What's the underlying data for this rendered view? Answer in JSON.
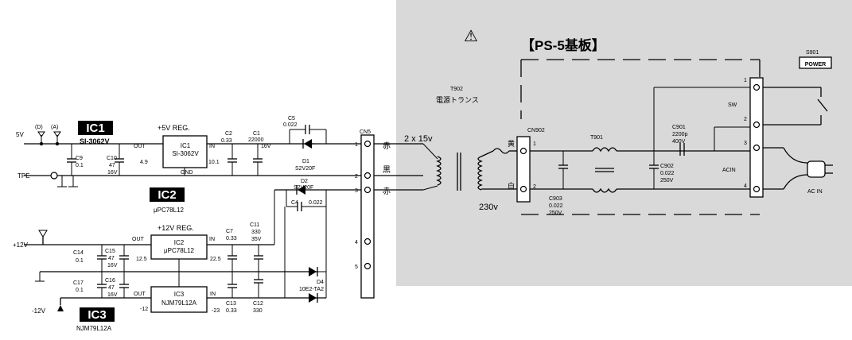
{
  "left": {
    "pwr_5v": "5V",
    "pin_d": "(D)",
    "pin_a": "(A)",
    "tpe": "TPE",
    "pwr_p12": "+12V",
    "pwr_m12": "-12V"
  },
  "ic1": {
    "badge": "IC1",
    "part": "SI-3062V",
    "reg": "+5V REG.",
    "box1": "IC1",
    "box2": "SI-3062V",
    "out": "OUT",
    "in": "IN",
    "gnd": "GND",
    "v_out": "4.9",
    "v_in": "10.1"
  },
  "ic2": {
    "badge": "IC2",
    "part": "μPC78L12",
    "reg": "+12V REG.",
    "box1": "IC2",
    "box2": "μPC78L12",
    "out": "OUT",
    "in": "IN",
    "v_out": "12.5",
    "v_in": "22.5"
  },
  "ic3": {
    "badge": "IC3",
    "part": "NJM79L12A",
    "box1": "IC3",
    "box2": "NJM79L12A",
    "out": "OUT",
    "in": "IN",
    "v_out": "-12",
    "v_in": "-23"
  },
  "caps": {
    "c9": [
      "C9",
      "0.1"
    ],
    "c10": [
      "C10",
      "47",
      "16V"
    ],
    "c2": [
      "C2",
      "0.33"
    ],
    "c1": [
      "C1",
      "22000",
      "16V"
    ],
    "c5": [
      "C5",
      "0.022"
    ],
    "c4": [
      "C4",
      "0.022"
    ],
    "c14": [
      "C14",
      "0.1"
    ],
    "c15": [
      "C15",
      "47",
      "16V"
    ],
    "c7": [
      "C7",
      "0.33"
    ],
    "c11": [
      "C11",
      "330",
      "35V"
    ],
    "c17": [
      "C17",
      "0.1"
    ],
    "c16": [
      "C16",
      "47",
      "16V"
    ],
    "c13": [
      "C13",
      "0.33"
    ],
    "c12": [
      "C12",
      "330"
    ]
  },
  "diodes": {
    "d1": [
      "D1",
      "S2V20F"
    ],
    "d2": [
      "D2",
      "S2V20F"
    ],
    "d4": [
      "D4",
      "10E2-TA2"
    ]
  },
  "cn5": {
    "label": "CN5",
    "pins": [
      "1",
      "2",
      "3",
      "4",
      "5"
    ],
    "colors": [
      "赤",
      "黒",
      "赤"
    ]
  },
  "transformer": {
    "ref": "T902",
    "name": "電源トランス",
    "secondary": "2 x 15v",
    "primary": "230v"
  },
  "board": {
    "warning": "⚠",
    "title": "【PS-5基板】",
    "cn902": "CN902",
    "cn902_pin1": "1",
    "cn902_pin2": "2",
    "wire_yellow": "黄",
    "wire_white": "白",
    "t901": "T901",
    "c901": [
      "C901",
      "2200p",
      "400V"
    ],
    "c902": [
      "C902",
      "0.022",
      "250V"
    ],
    "c903": [
      "C903",
      "0.022",
      "250V"
    ],
    "sw": "SW",
    "acin": "ACIN",
    "term_pins": [
      "1",
      "2",
      "3",
      "4"
    ],
    "s901": "S901",
    "power": "POWER",
    "ac_in": "AC IN"
  }
}
